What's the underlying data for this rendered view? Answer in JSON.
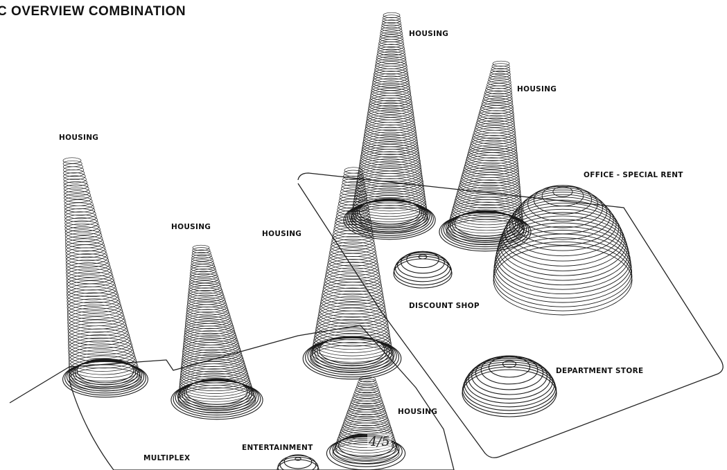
{
  "title": "C OVERVIEW COMBINATION",
  "labels": {
    "housing_left": "HOUSING",
    "housing_mid_left": "HOUSING",
    "housing_center": "HOUSING",
    "housing_top": "HOUSING",
    "housing_top_right": "HOUSING",
    "housing_bottom": "HOUSING",
    "office": "OFFICE - SPECIAL RENT",
    "discount": "DISCOUNT SHOP",
    "department": "DEPARTMENT STORE",
    "multiplex": "MULTIPLEX",
    "entertainment": "ENTERTAINMENT"
  },
  "pager": "4/5"
}
